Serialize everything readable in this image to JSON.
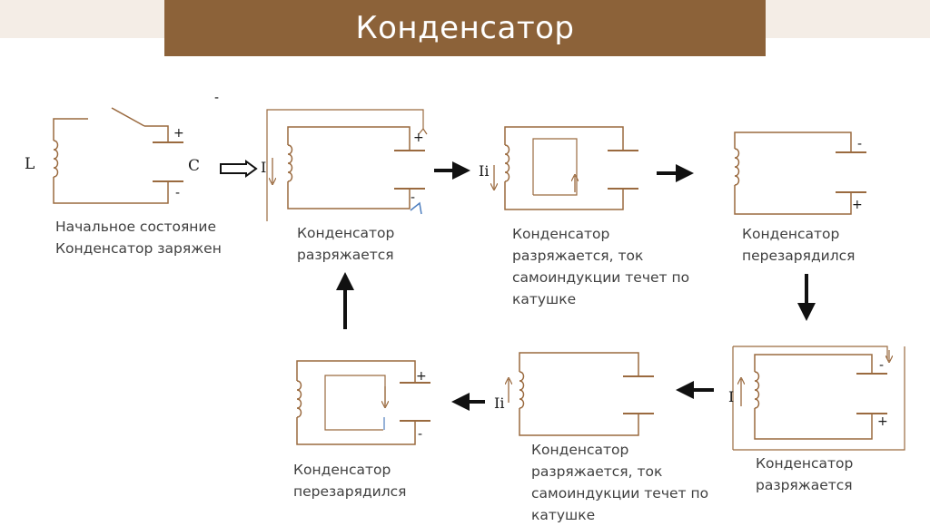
{
  "title": "Конденсатор",
  "colors": {
    "title_bar": "#8c6239",
    "wire": "#9a6a3f",
    "text": "#404040",
    "band": "#f4ede6"
  },
  "labels": {
    "L": "L",
    "C": "C",
    "I": "I",
    "Ii": "Ii",
    "plus": "+",
    "minus": "-"
  },
  "captions": {
    "initial": [
      "Начальное состояние",
      "Конденсатор заряжен"
    ],
    "discharging": [
      "Конденсатор",
      "разряжается"
    ],
    "discharging_self_induction": [
      "Конденсатор",
      "разряжается, ток",
      "самоиндукции течет по",
      "катушке"
    ],
    "recharged": [
      "Конденсатор",
      "перезарядился"
    ],
    "discharging_self_induction_2": [
      "Конденсатор",
      "разряжается, ток",
      "самоиндукции течет по",
      "катушке"
    ],
    "recharged_2": [
      "Конденсатор",
      "перезарядился"
    ],
    "discharging_2": [
      "Конденсатор",
      "разряжается"
    ]
  }
}
